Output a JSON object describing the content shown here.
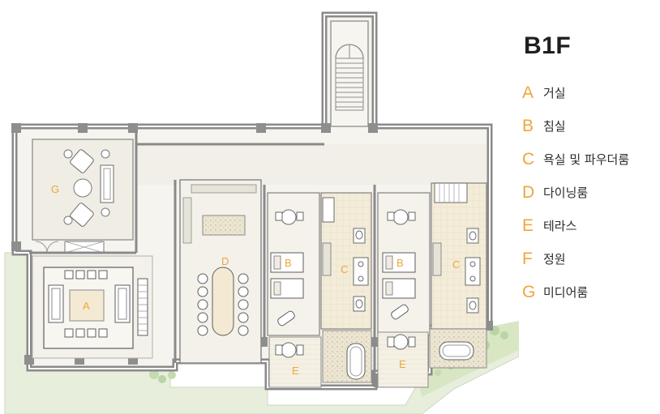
{
  "accent_color": "#f0a53a",
  "floor": "B1F",
  "legend": [
    {
      "letter": "A",
      "label": "거실"
    },
    {
      "letter": "B",
      "label": "침실"
    },
    {
      "letter": "C",
      "label": "욕실 및 파우더룸"
    },
    {
      "letter": "D",
      "label": "다이닝룸"
    },
    {
      "letter": "E",
      "label": "테라스"
    },
    {
      "letter": "F",
      "label": "정원"
    },
    {
      "letter": "G",
      "label": "미디어룸"
    }
  ],
  "plan_labels": {
    "a": "A",
    "b1": "B",
    "b2": "B",
    "c1": "C",
    "c2": "C",
    "d": "D",
    "e1": "E",
    "e2": "E",
    "g": "G"
  }
}
